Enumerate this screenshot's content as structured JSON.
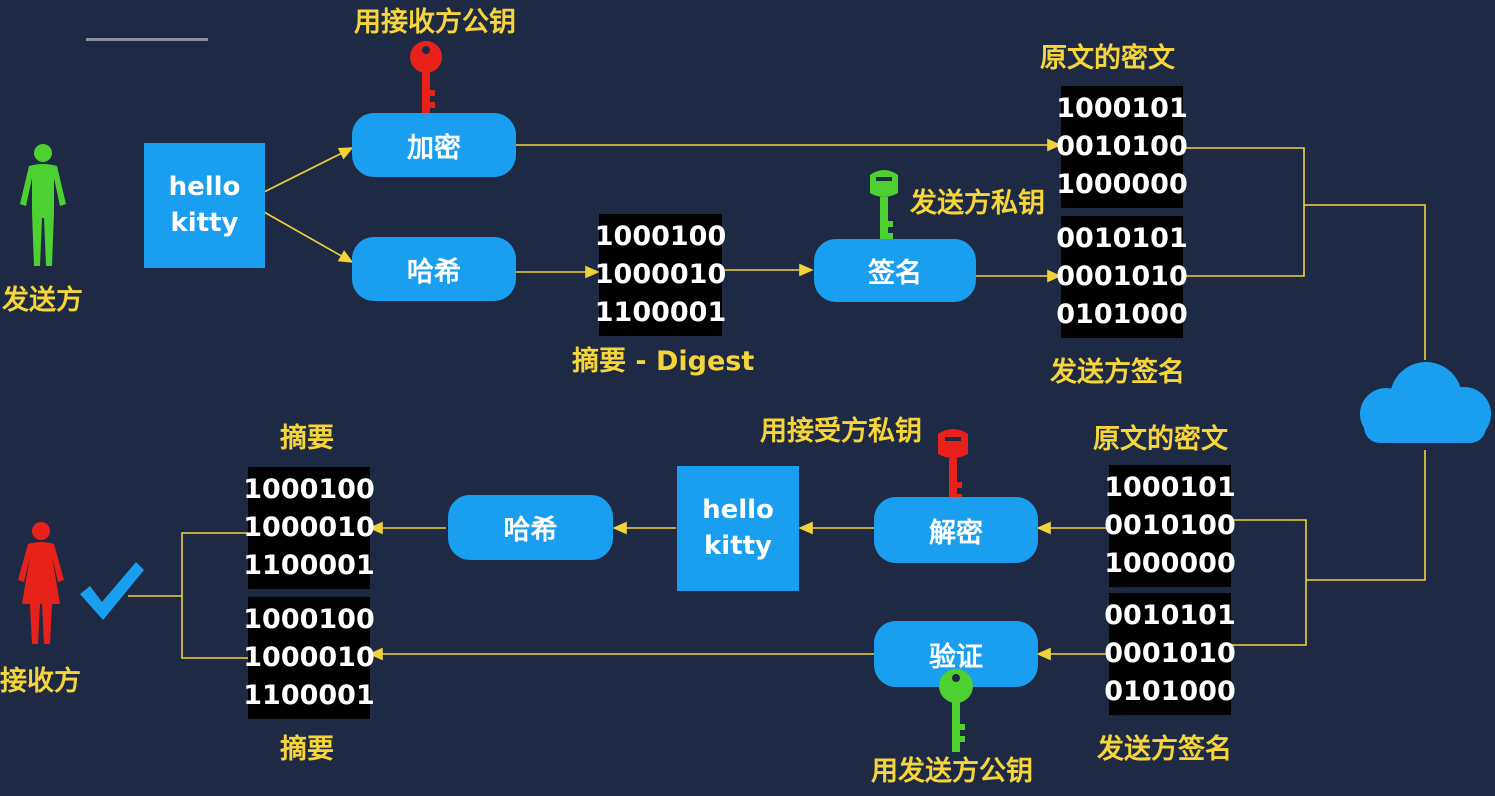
{
  "sender": {
    "label": "发送方",
    "message": {
      "line1": "hello",
      "line2": "kitty"
    },
    "encrypt": {
      "label": "加密",
      "key_label": "用接收方公钥",
      "key_color": "#e8221b"
    },
    "hash": {
      "label": "哈希"
    },
    "digest": {
      "bits": [
        "1000100",
        "1000010",
        "1100001"
      ],
      "caption": "摘要 - Digest"
    },
    "sign": {
      "label": "签名",
      "key_label": "发送方私钥",
      "key_color": "#4cd130"
    },
    "ciphertext": {
      "title": "原文的密文",
      "bits": [
        "1000101",
        "0010100",
        "1000000"
      ]
    },
    "signature": {
      "bits": [
        "0010101",
        "0001010",
        "0101000"
      ],
      "caption": "发送方签名"
    }
  },
  "receiver": {
    "label": "接收方",
    "ciphertext": {
      "title": "原文的密文",
      "bits": [
        "1000101",
        "0010100",
        "1000000"
      ]
    },
    "signature": {
      "bits": [
        "0010101",
        "0001010",
        "0101000"
      ],
      "caption": "发送方签名"
    },
    "decrypt": {
      "label": "解密",
      "key_label": "用接受方私钥",
      "key_color": "#e8221b"
    },
    "message": {
      "line1": "hello",
      "line2": "kitty"
    },
    "hash": {
      "label": "哈希"
    },
    "digest_top": {
      "title": "摘要",
      "bits": [
        "1000100",
        "1000010",
        "1100001"
      ]
    },
    "digest_bottom": {
      "caption": "摘要",
      "bits": [
        "1000100",
        "1000010",
        "1100001"
      ]
    },
    "verify": {
      "label": "验证",
      "key_label": "用发送方公钥",
      "key_color": "#4cd130"
    },
    "check_color": "#1a9ff0"
  },
  "colors": {
    "arrow": "#f2d23a",
    "box": "#1a9ff0",
    "cloud": "#1a9ff0",
    "person_sender": "#4cd130",
    "person_receiver": "#e8221b"
  },
  "icons": {
    "sender_person": "person-icon",
    "receiver_person": "person-icon",
    "cloud": "cloud-icon",
    "check": "checkmark-icon",
    "key": "key-icon"
  }
}
